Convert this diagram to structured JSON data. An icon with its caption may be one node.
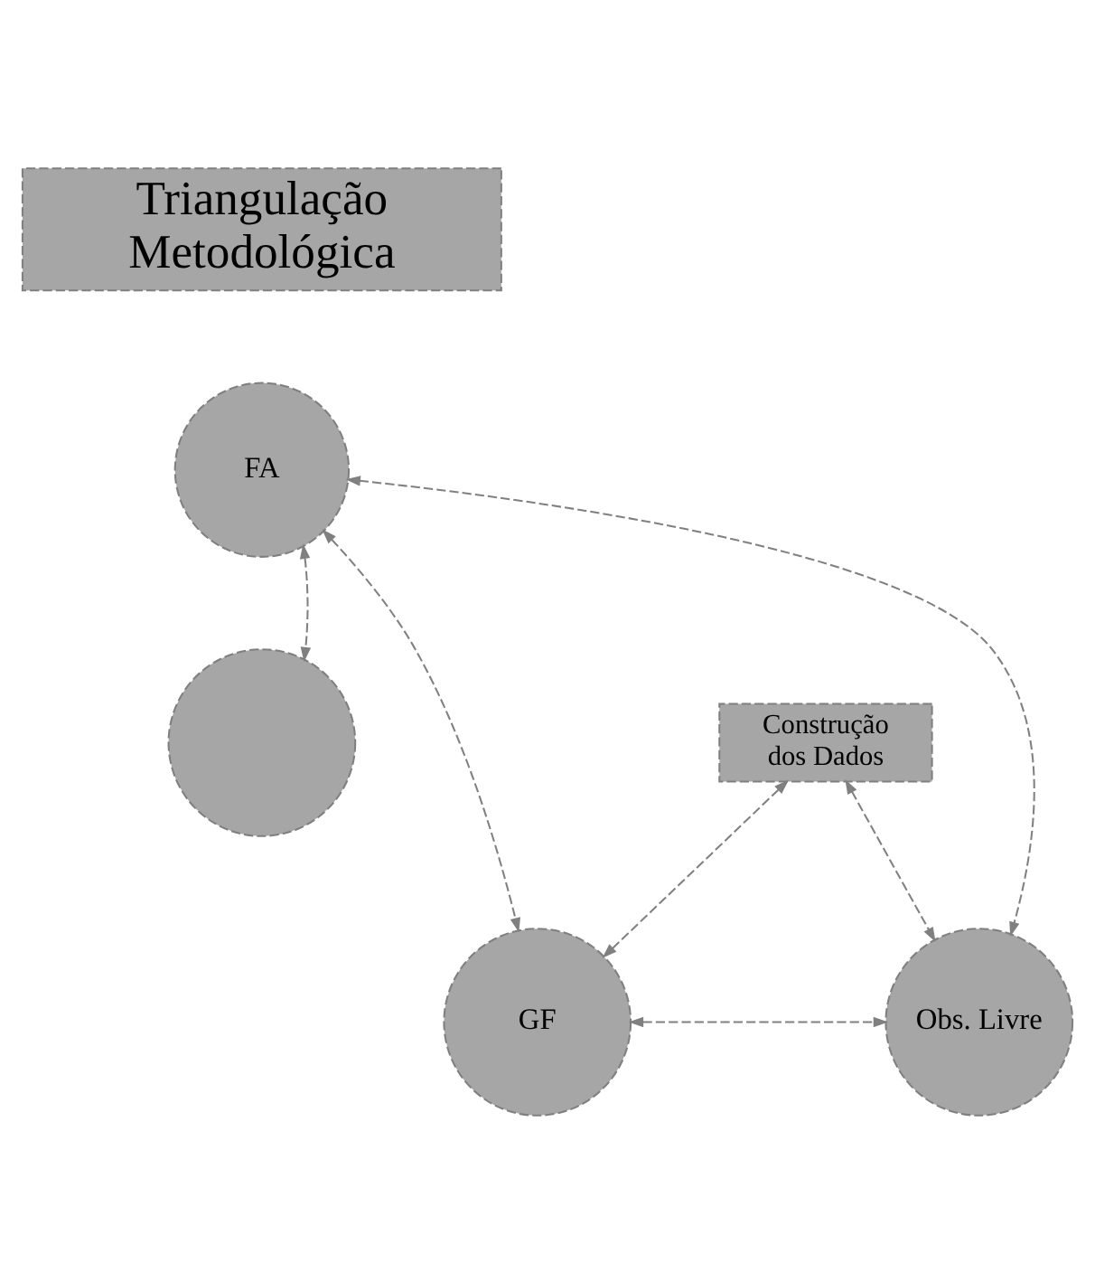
{
  "diagram": {
    "nodes": [
      {
        "text": [
          "Triangulação Metodológica"
        ]
      },
      {
        "text": [
          "FA"
        ]
      },
      {
        "text": [],
        "shape": "circle"
      },
      {
        "text": [
          "Construção dos Dados"
        ]
      },
      {
        "text": [
          "GF"
        ]
      },
      {
        "text": [
          "Obs. Livre"
        ]
      }
    ],
    "edges": [
      {
        "from": 1,
        "to": 4,
        "arrow": "both",
        "style": "dashed"
      },
      {
        "from": 1,
        "to": 2,
        "arrow": "both",
        "style": "dashed"
      },
      {
        "from": 1,
        "to": 5,
        "arrow": "both",
        "style": "dashed"
      },
      {
        "from": 3,
        "to": 4,
        "arrow": "both",
        "style": "dashed"
      },
      {
        "from": 3,
        "to": 5,
        "arrow": "both",
        "style": "dashed"
      },
      {
        "from": 4,
        "to": 5,
        "arrow": "both",
        "style": "dashed"
      }
    ]
  }
}
